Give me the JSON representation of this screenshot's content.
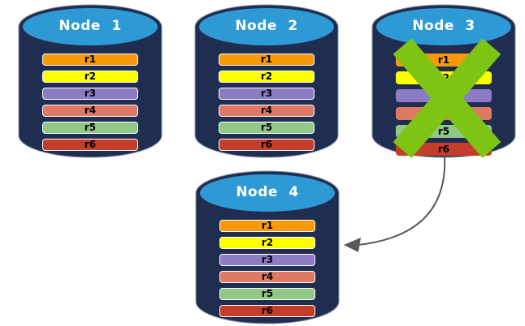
{
  "nodes": [
    {
      "label": "Node 1",
      "rows": [
        "r1",
        "r2",
        "r3",
        "r4",
        "r5",
        "r6"
      ],
      "crossed_out": false
    },
    {
      "label": "Node 2",
      "rows": [
        "r1",
        "r2",
        "r3",
        "r4",
        "r5",
        "r6"
      ],
      "crossed_out": false
    },
    {
      "label": "Node 3",
      "rows": [
        "r1",
        "r2",
        "r3",
        "r4",
        "r5",
        "r6"
      ],
      "crossed_out": true
    },
    {
      "label": "Node 4",
      "rows": [
        "r1",
        "r2",
        "r3",
        "r4",
        "r5",
        "r6"
      ],
      "crossed_out": false
    }
  ],
  "arrow": {
    "from_node": "Node 3",
    "to_node": "Node 4"
  },
  "palette": {
    "row_r1": "#F8990A",
    "row_r2": "#FDFE00",
    "row_r3": "#8C7CC4",
    "row_r4": "#DE7A63",
    "row_r5": "#91C787",
    "row_r6": "#C43D28",
    "cylinder_body": "#1F2E50",
    "cylinder_top": "#2E9AD5",
    "cross_mark": "#7EC414",
    "arrow": "#595959",
    "background": "#FFFFFF"
  }
}
